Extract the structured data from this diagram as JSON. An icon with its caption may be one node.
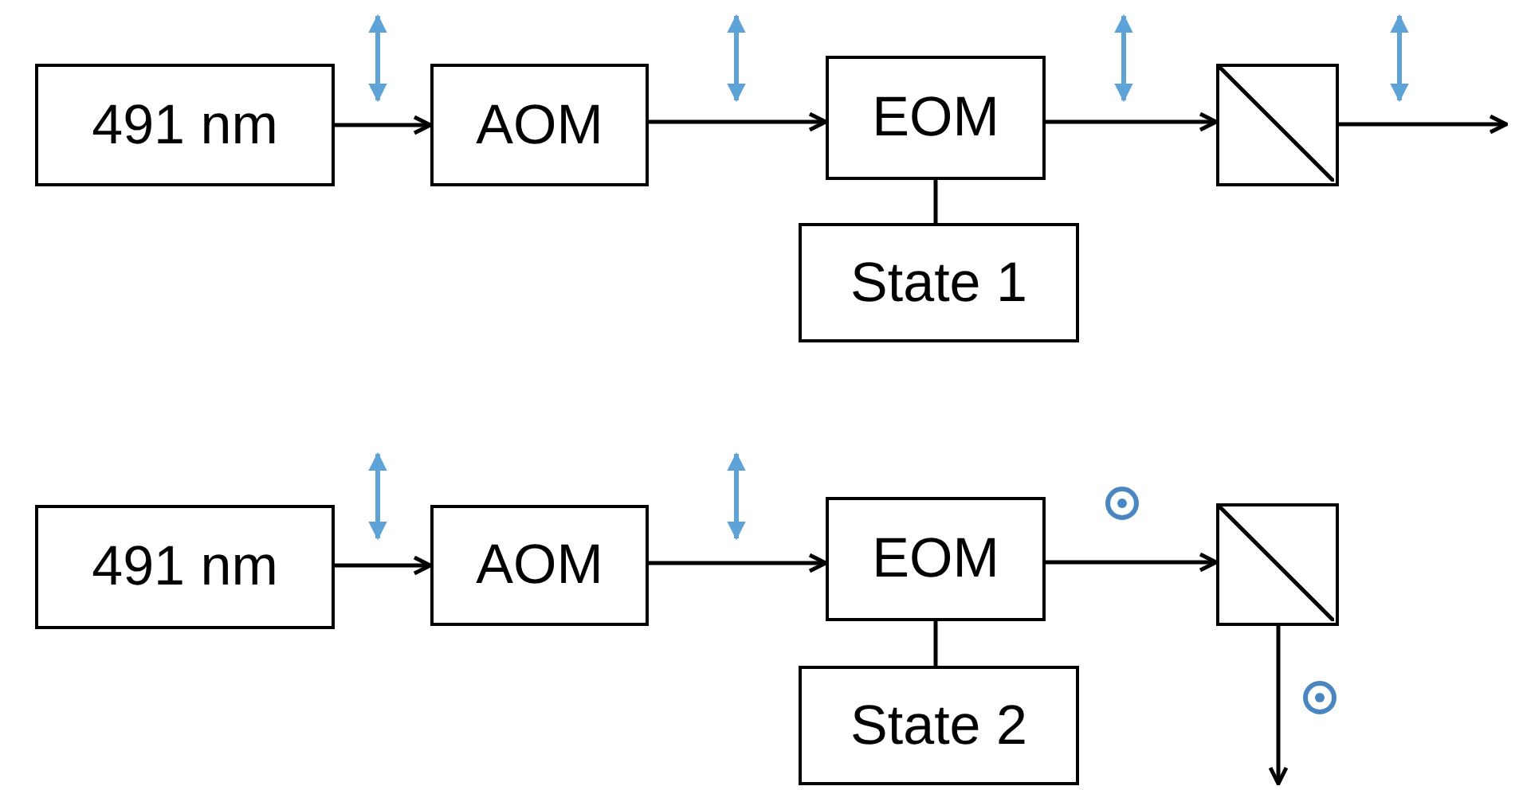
{
  "diagram": {
    "nodes": [
      {
        "text": [
          "491 nm"
        ]
      },
      {
        "text": [
          "AOM"
        ]
      },
      {
        "text": [
          "EOM"
        ]
      },
      {
        "text": [
          "State 1"
        ]
      },
      {
        "text": [],
        "shape": "box"
      },
      {
        "text": [
          "491 nm"
        ]
      },
      {
        "text": [
          "AOM"
        ]
      },
      {
        "text": [
          "EOM"
        ]
      },
      {
        "text": [
          "State 2"
        ]
      },
      {
        "text": [],
        "shape": "box"
      }
    ],
    "edges": [
      {
        "from": 0,
        "to": 1,
        "arrow": "to"
      },
      {
        "from": 1,
        "to": 2,
        "arrow": "to"
      },
      {
        "from": 2,
        "to": 4,
        "arrow": "to"
      },
      {
        "from": 4,
        "to": null,
        "arrow": "to"
      },
      {
        "from": 2,
        "to": 3,
        "arrow": "none"
      },
      {
        "from": 5,
        "to": 6,
        "arrow": "to"
      },
      {
        "from": 6,
        "to": 7,
        "arrow": "to"
      },
      {
        "from": 7,
        "to": 9,
        "arrow": "to"
      },
      {
        "from": 9,
        "to": null,
        "arrow": "to"
      },
      {
        "from": 7,
        "to": 8,
        "arrow": "none"
      }
    ]
  }
}
